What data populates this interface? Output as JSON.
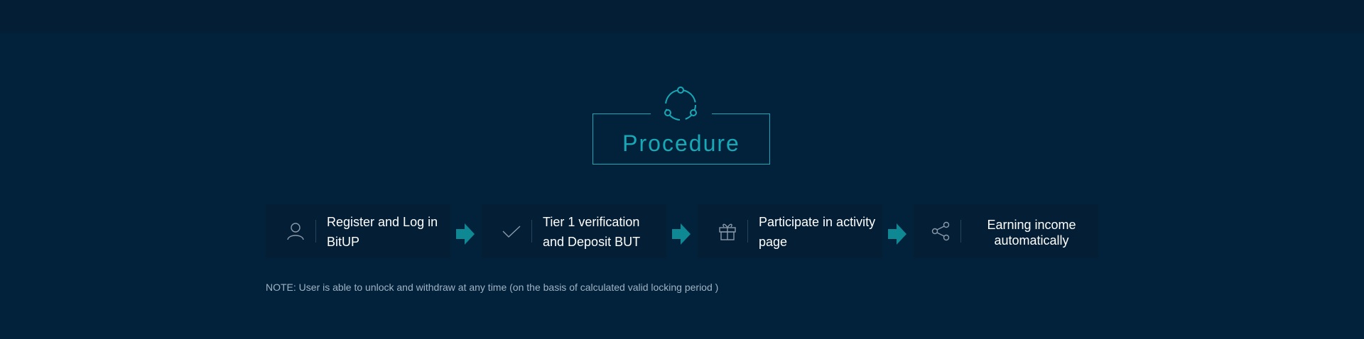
{
  "section": {
    "title": "Procedure"
  },
  "steps": [
    {
      "icon": "user-icon",
      "label": "Register and Log in BitUP"
    },
    {
      "icon": "check-icon",
      "label": "Tier 1 verification and Deposit BUT"
    },
    {
      "icon": "gift-icon",
      "label": "Participate in activity page"
    },
    {
      "icon": "share-icon",
      "label": "Earning income automatically"
    }
  ],
  "note": "NOTE: User is able to unlock and withdraw at any time (on the basis of calculated valid locking period )",
  "colors": {
    "background": "#02213b",
    "accent": "#17a9b6",
    "card": "#031e35",
    "arrow": "#0e8994"
  }
}
